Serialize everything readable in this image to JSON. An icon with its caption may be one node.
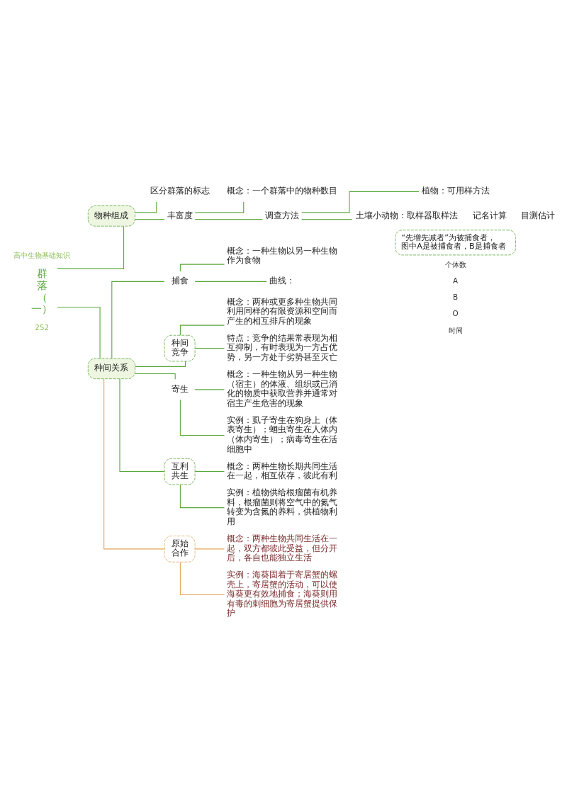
{
  "diagram": {
    "nodes": [
      {
        "text": [
          "群落（一）"
        ]
      },
      {
        "text": [
          "物种组成"
        ]
      },
      {
        "text": [
          "区分群落的标志"
        ]
      },
      {
        "text": [
          "丰富度"
        ]
      },
      {
        "text": [
          "概念：一个群落中的物种数目"
        ]
      },
      {
        "text": [
          "调查方法"
        ]
      },
      {
        "text": [
          "植物：可用样方法"
        ]
      },
      {
        "text": [
          "土壤小动物：取样器取样法"
        ],
        "beside": [
          "记名计算",
          "目测估计"
        ]
      },
      {
        "text": [
          "种间关系"
        ]
      },
      {
        "text": [
          "捕食"
        ]
      },
      {
        "text": [
          "概念：一种生物以另一种生物作为食物"
        ]
      },
      {
        "text": [
          "曲线："
        ]
      },
      {
        "text": [
          "“先增先减者”为被捕食者，图中A是被捕食者，B是捕食者"
        ]
      },
      {
        "text": [
          "种间竞争"
        ]
      },
      {
        "text": [
          "概念：两种或更多种生物共同利用同样的有限资源和空间而产生的相互排斥的现象"
        ]
      },
      {
        "text": [
          "特点：竞争的结果常表现为相互抑制，有时表现为一方占优势，另一方处于劣势甚至灭亡"
        ]
      },
      {
        "text": [
          "寄生"
        ]
      },
      {
        "text": [
          "概念：一种生物从另一种生物（宿主）的体液、组织或已消化的物质中获取营养并通常对宿主产生危害的现象"
        ]
      },
      {
        "text": [
          "实例：虱子寄生在狗身上（体表寄生）；蛔虫寄生在人体内（体内寄生）；病毒寄生在活细胞中"
        ]
      },
      {
        "text": [
          "互利共生"
        ]
      },
      {
        "text": [
          "概念：两种生物长期共同生活在一起，相互依存，彼此有利"
        ]
      },
      {
        "text": [
          "实例：植物供给根瘤菌有机养料，根瘤菌则将空气中的氮气转变为含氮的养料，供植物利用"
        ]
      },
      {
        "text": [
          "原始合作"
        ]
      },
      {
        "text": [
          "概念：两种生物共同生活在一起，双方都彼此受益，但分开后，各自也能独立生活"
        ]
      },
      {
        "text": [
          "实例：海葵固着于寄居蟹的螺壳上，寄居蟹的活动，可以使海葵更有效地捕食；海葵则用有毒的刺细胞为寄居蟹提供保护"
        ]
      }
    ],
    "edges": [
      {
        "from": 0,
        "to": 1,
        "arrow": "none"
      },
      {
        "from": 0,
        "to": 8,
        "arrow": "none"
      },
      {
        "from": 1,
        "to": 2,
        "arrow": "none"
      },
      {
        "from": 1,
        "to": 3,
        "arrow": "none"
      },
      {
        "from": 3,
        "to": 4,
        "arrow": "none"
      },
      {
        "from": 3,
        "to": 5,
        "arrow": "none"
      },
      {
        "from": 5,
        "to": 6,
        "arrow": "none"
      },
      {
        "from": 5,
        "to": 7,
        "arrow": "none"
      },
      {
        "from": 8,
        "to": 9,
        "arrow": "none"
      },
      {
        "from": 8,
        "to": 13,
        "arrow": "none"
      },
      {
        "from": 8,
        "to": 16,
        "arrow": "none"
      },
      {
        "from": 8,
        "to": 19,
        "arrow": "none"
      },
      {
        "from": 8,
        "to": 22,
        "arrow": "none",
        "color": "#e3a35a"
      },
      {
        "from": 9,
        "to": 10,
        "arrow": "none"
      },
      {
        "from": 9,
        "to": 11,
        "arrow": "none"
      },
      {
        "from": 13,
        "to": 14,
        "arrow": "none"
      },
      {
        "from": 13,
        "to": 15,
        "arrow": "none"
      },
      {
        "from": 16,
        "to": 17,
        "arrow": "none"
      },
      {
        "from": 16,
        "to": 18,
        "arrow": "none"
      },
      {
        "from": 19,
        "to": 20,
        "arrow": "none"
      },
      {
        "from": 19,
        "to": 21,
        "arrow": "none"
      },
      {
        "from": 22,
        "to": 23,
        "arrow": "none",
        "color": "#e3a35a"
      },
      {
        "from": 22,
        "to": 24,
        "arrow": "none",
        "color": "#e3a35a"
      }
    ],
    "labels": [
      "高中生物基础知识",
      "个体数",
      "A",
      "B",
      "O",
      "时间",
      "252"
    ]
  }
}
